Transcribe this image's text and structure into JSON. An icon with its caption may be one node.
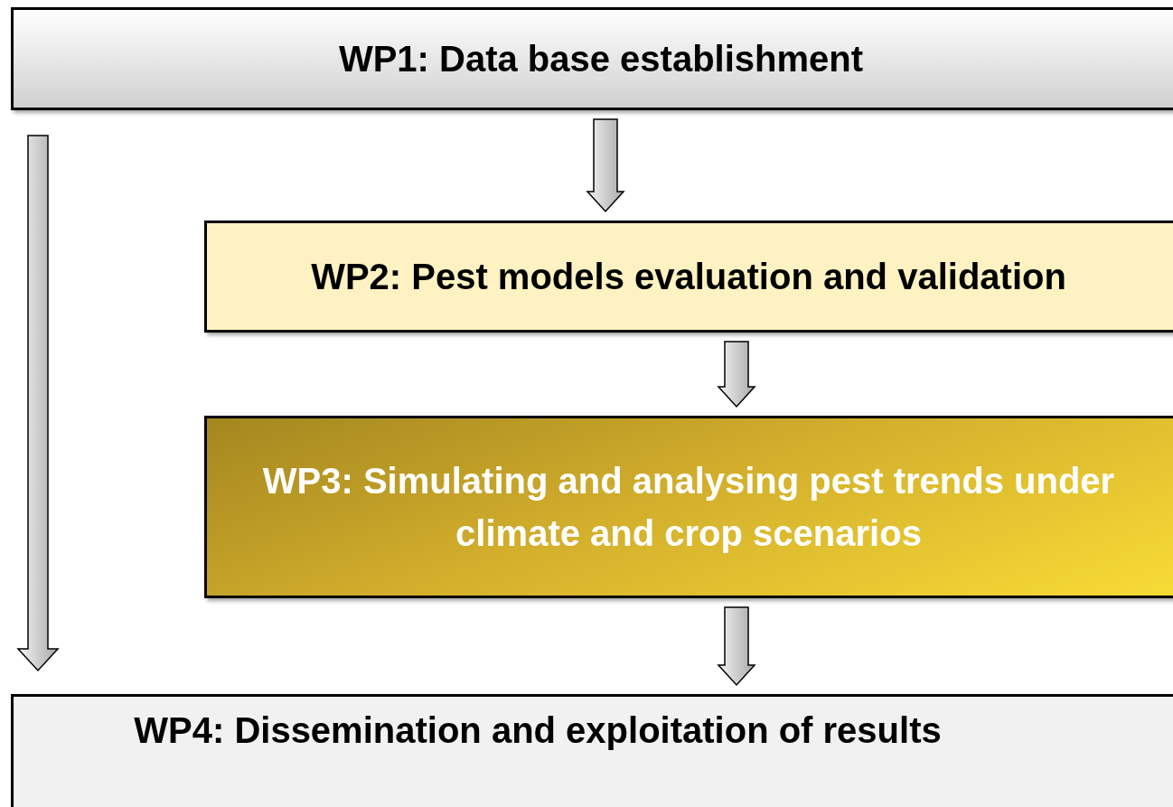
{
  "diagram": {
    "nodes": [
      {
        "text": [
          "WP1: Data base establishment"
        ]
      },
      {
        "text": [
          "WP2: Pest models evaluation and validation"
        ]
      },
      {
        "text": [
          "WP3: Simulating and analysing pest trends under climate and crop scenarios"
        ]
      },
      {
        "text": [
          "WP4: Dissemination and exploitation of results"
        ]
      }
    ],
    "edges": [
      {
        "from": 0,
        "to": 1,
        "arrow": "to"
      },
      {
        "from": 1,
        "to": 2,
        "arrow": "to"
      },
      {
        "from": 2,
        "to": 3,
        "arrow": "to"
      },
      {
        "from": 0,
        "to": 3,
        "arrow": "to"
      }
    ]
  }
}
